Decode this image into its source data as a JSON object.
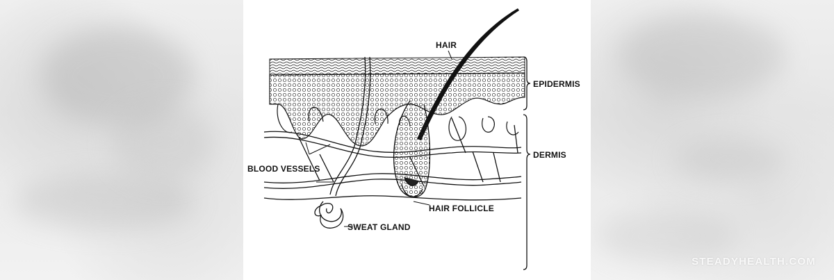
{
  "diagram": {
    "labels": {
      "hair": "HAIR",
      "epidermis": "EPIDERMIS",
      "dermis": "DERMIS",
      "blood_vessels": "BLOOD VESSELS",
      "hair_follicle": "HAIR FOLLICLE",
      "sweat_gland": "SWEAT GLAND"
    }
  },
  "watermark": {
    "text": "STEADYHEALTH.COM"
  }
}
